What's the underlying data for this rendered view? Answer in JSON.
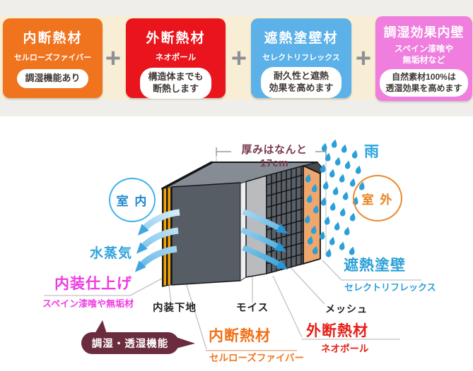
{
  "top_cards": {
    "plus": "+",
    "cards": [
      {
        "title": "内断熱材",
        "subtitle": "セルローズファイバー",
        "badge": "調湿機能あり",
        "color": "#f0731e"
      },
      {
        "title": "外断熱材",
        "subtitle": "ネオポール",
        "badge": "構造体までも\n断熱します",
        "color": "#e9141c"
      },
      {
        "title": "遮熱塗壁材",
        "subtitle": "セレクトリフレックス",
        "badge": "耐久性と遮熱\n効果を高めます",
        "color": "#5bb1e8"
      },
      {
        "title": "調湿効果内壁",
        "subtitle": "スペイン漆喰や\n無垢材など",
        "badge": "自然素材100%は\n透湿効果を高めます",
        "color": "#ef7ede"
      }
    ]
  },
  "diagram": {
    "dimension_label": "厚みはなんと17cm",
    "rain_label": "雨",
    "indoor_label": "室 内",
    "outdoor_label": "室 外",
    "vapor_label": "水蒸気",
    "humidity_bubble": "調湿・透湿機能",
    "interior_finish": {
      "title": "内装仕上げ",
      "subtitle": "スペイン漆喰や無垢材"
    },
    "interior_base_label": "内装下地",
    "mois_label": "モイス",
    "mesh_label": "メッシュ",
    "inner_insulation": {
      "title": "内断熱材",
      "subtitle": "セルローズファイバー"
    },
    "outer_insulation": {
      "title": "外断熱材",
      "subtitle": "ネオポール"
    },
    "shield_wall": {
      "title": "遮熱塗壁",
      "subtitle": "セレクトリフレックス"
    }
  },
  "icons": {
    "plus_icon": "+",
    "rain_drop_icon": "teardrop",
    "arrow_icon": "curved-flow-arrow"
  },
  "colors": {
    "band": "#f8eed5",
    "card_orange": "#f0731e",
    "card_red": "#e9141c",
    "card_blue": "#5bb1e8",
    "card_pink": "#ef7ede",
    "accent_blue": "#2b9fd8",
    "accent_orange": "#f07018",
    "accent_red": "#e52018",
    "accent_magenta": "#ee3ce2",
    "maroon": "#6b2c3d",
    "wall_gray": "#575d64",
    "wall_orange": "#f0a76d",
    "stripe_yellow": "#f2a408"
  }
}
